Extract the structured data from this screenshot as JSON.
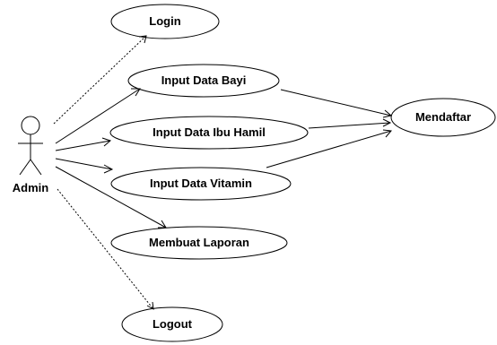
{
  "actor": {
    "label": "Admin"
  },
  "use_cases": {
    "login": "Login",
    "input_data_bayi": "Input Data Bayi",
    "input_data_ibu_hamil": "Input Data Ibu Hamil",
    "input_data_vitamin": "Input Data Vitamin",
    "membuat_laporan": "Membuat Laporan",
    "logout": "Logout",
    "mendaftar": "Mendaftar"
  }
}
